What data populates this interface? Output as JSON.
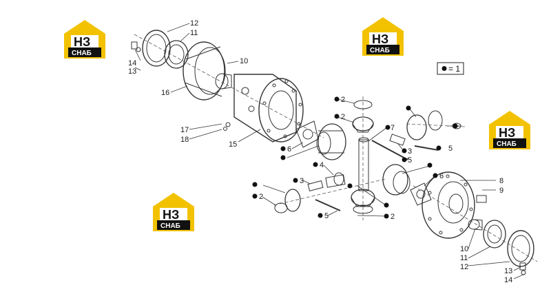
{
  "logo": {
    "mark": "НЗ",
    "caption": "СНАБ",
    "color": "#f2c200"
  },
  "legend": {
    "text": "= 1"
  },
  "labels": {
    "l12a": "12",
    "l11a": "11",
    "l10a": "10",
    "l14a": "14",
    "l13a": "13",
    "l16": "16",
    "l17": "17",
    "l18": "18",
    "l15": "15",
    "l6a": "6",
    "l6b": "6",
    "l4": "4",
    "l2a": "2",
    "l2b": "2",
    "l2c": "2",
    "l2d": "2",
    "l3a": "3",
    "l3b": "3",
    "l5a": "5",
    "l5b": "5",
    "l5c": "5",
    "l7": "7",
    "l8": "8",
    "l9": "9",
    "l10b": "10",
    "l11b": "11",
    "l12b": "12",
    "l13b": "13",
    "l14b": "14"
  }
}
